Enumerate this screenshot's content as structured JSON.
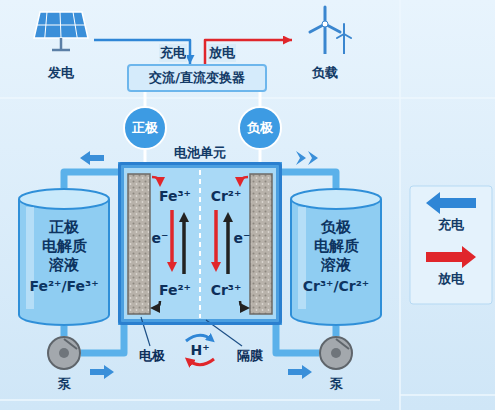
{
  "diagram": {
    "nodes": [
      {
        "text": [
          "发电"
        ]
      },
      {
        "text": [
          "负载"
        ]
      },
      {
        "text": [
          "交流/直流变换器"
        ]
      },
      {
        "text": [
          "正极"
        ]
      },
      {
        "text": [
          "负极"
        ]
      },
      {
        "text": [
          "电池单元"
        ]
      },
      {
        "text": [
          "正极 电解质 溶液",
          "Fe²⁺/Fe³⁺"
        ]
      },
      {
        "text": [
          "负极 电解质 溶液",
          "Cr³⁺/Cr²⁺"
        ]
      },
      {
        "text": [
          "泵"
        ]
      },
      {
        "text": [
          "泵"
        ]
      }
    ],
    "edges": [
      {
        "from": 0,
        "to": 2,
        "arrow": "to",
        "label": "充电"
      },
      {
        "from": 2,
        "to": 1,
        "arrow": "to",
        "label": "放电"
      },
      {
        "from": 2,
        "to": 3,
        "arrow": "none"
      },
      {
        "from": 2,
        "to": 4,
        "arrow": "none"
      },
      {
        "from": 3,
        "to": 5,
        "arrow": "none"
      },
      {
        "from": 4,
        "to": 5,
        "arrow": "none"
      },
      {
        "from": 5,
        "to": 6,
        "arrow": "none"
      },
      {
        "from": 6,
        "to": 8,
        "arrow": "none"
      },
      {
        "from": 8,
        "to": 5,
        "arrow": "none"
      },
      {
        "from": 5,
        "to": 7,
        "arrow": "none"
      },
      {
        "from": 7,
        "to": 9,
        "arrow": "none"
      },
      {
        "from": 9,
        "to": 5,
        "arrow": "none"
      }
    ],
    "labels": [
      "Fe³⁺",
      "Cr²⁺",
      "e⁻",
      "e⁻",
      "Fe²⁺",
      "Cr³⁺",
      "电极",
      "H⁺",
      "隔膜"
    ],
    "legend": [
      {
        "text": "充电",
        "color": "#2f86d6"
      },
      {
        "text": "放电",
        "color": "#e0262b"
      }
    ]
  }
}
